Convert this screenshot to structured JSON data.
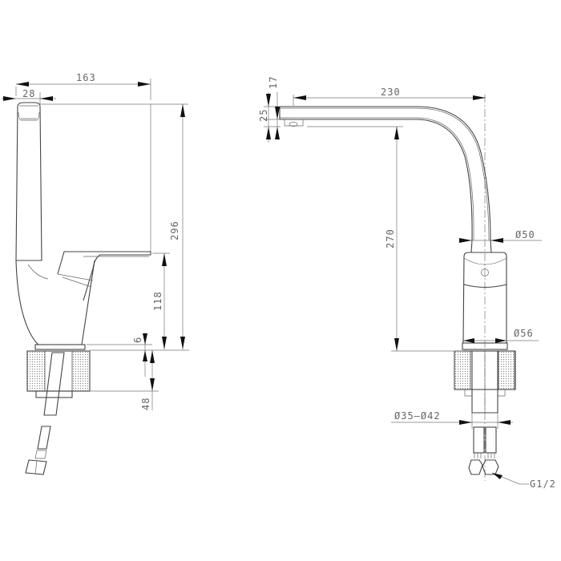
{
  "drawing": {
    "title": "Kitchen faucet technical dimension drawing",
    "views": [
      "side-view",
      "front-view"
    ],
    "line_color": "#444444",
    "dimension_color": "#666666",
    "arrow_color": "#111111"
  },
  "side_view": {
    "dimensions": {
      "overall_reach": "163",
      "spout_width": "28",
      "overall_height": "296",
      "handle_height": "118",
      "base_thickness": "6",
      "mount_depth": "48"
    }
  },
  "front_view": {
    "dimensions": {
      "spout_reach": "230",
      "spout_tip_height": "25",
      "spout_tip_step": "17",
      "spout_height": "270",
      "neck_diameter": "Ø50",
      "body_diameter": "Ø56",
      "hole_diameter": "Ø35—Ø42",
      "thread": "G1/2"
    }
  }
}
